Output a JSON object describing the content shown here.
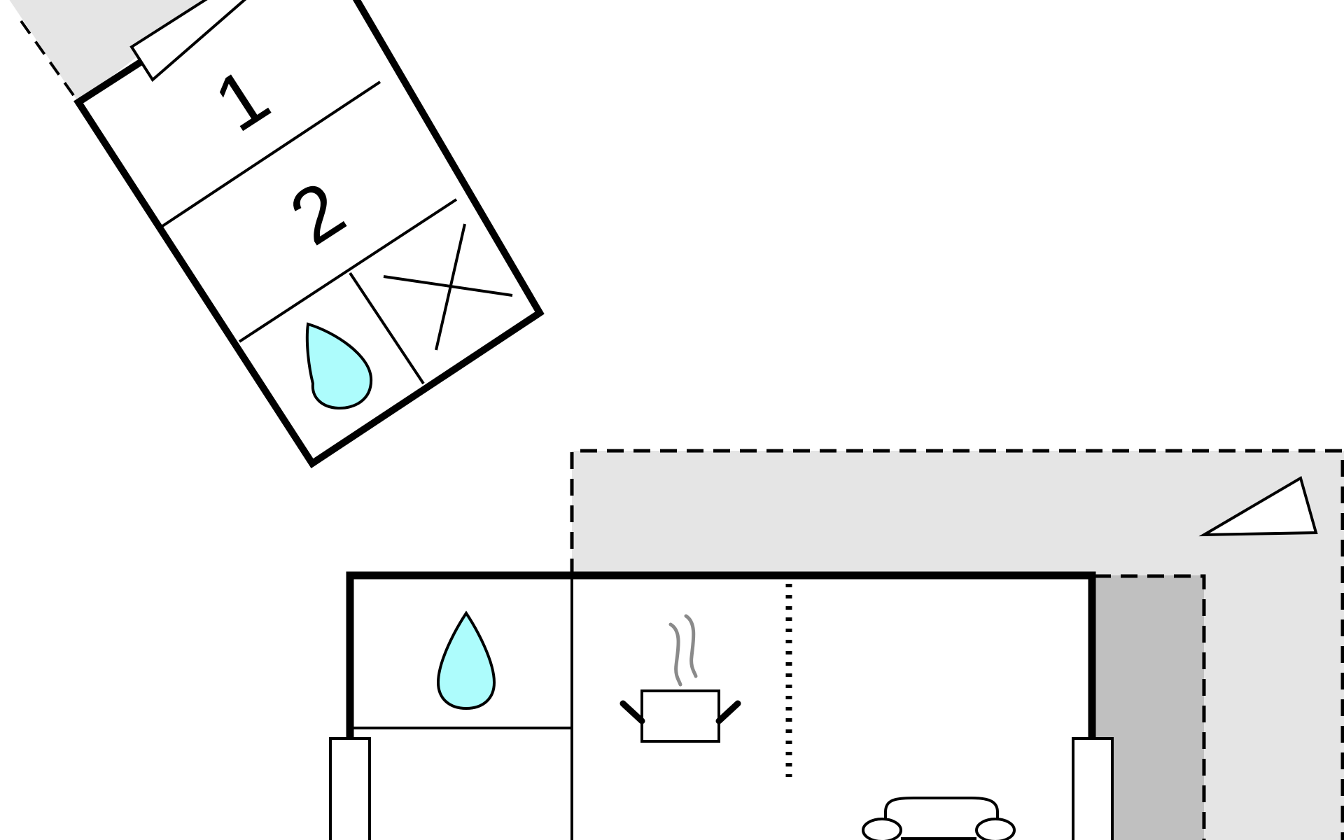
{
  "plan": {
    "rooms": [
      {
        "id": "bedroom-1",
        "label": "1"
      },
      {
        "id": "bedroom-2",
        "label": "2"
      }
    ],
    "icons": [
      "water-drop-icon",
      "cooking-pot-icon",
      "stair-icon",
      "sofa-icon",
      "bed-icon",
      "door-icon",
      "compass-icon"
    ],
    "colors": {
      "wall": "#000000",
      "background": "#ffffff",
      "terrace": "#e5e5e5",
      "covered_terrace": "#c0c0c0",
      "water": "#adfcfc",
      "steam": "#8a8a8a"
    }
  }
}
